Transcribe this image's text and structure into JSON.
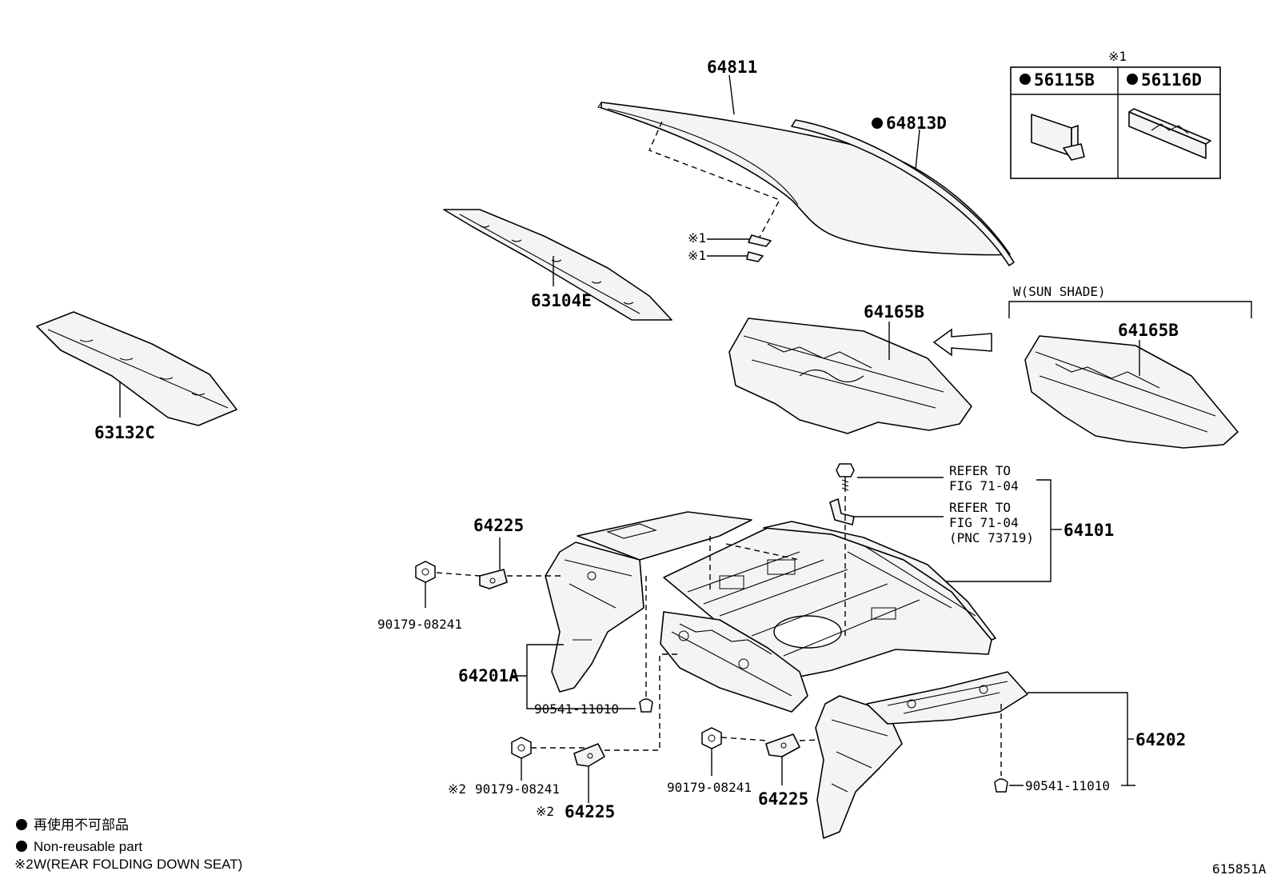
{
  "diagram": {
    "part_labels": {
      "p64811": "64811",
      "p64813D": "64813D",
      "p63104E": "63104E",
      "p63132C": "63132C",
      "p64165B_main": "64165B",
      "p64165B_alt": "64165B",
      "p64225_top": "64225",
      "p90179_left": "90179-08241",
      "p64201A": "64201A",
      "p90541_left": "90541-11010",
      "p90179_bottom": "90179-08241",
      "p64225_bottom": "64225",
      "p90179_mid": "90179-08241",
      "p64225_mid": "64225",
      "p64101": "64101",
      "p64202": "64202",
      "p90541_right": "90541-11010"
    },
    "markers": {
      "note1": "※1",
      "note1_clip_a": "※1",
      "note1_clip_b": "※1",
      "note2_a": "※2",
      "note2_b": "※2",
      "bullet": "●"
    },
    "note_table": {
      "col1": "56115B",
      "col2": "56116D"
    },
    "refer": {
      "line1a": "REFER TO",
      "line1b": "FIG 71-04",
      "line2a": "REFER TO",
      "line2b": "FIG 71-04",
      "line2c": "(PNC 73719)"
    },
    "variant_label": "W(SUN SHADE)",
    "legend": {
      "line1": "再使用不可部品",
      "line2": "Non-reusable part",
      "line3": "W(REAR FOLDING DOWN SEAT)"
    },
    "figure_id": "615851A"
  }
}
